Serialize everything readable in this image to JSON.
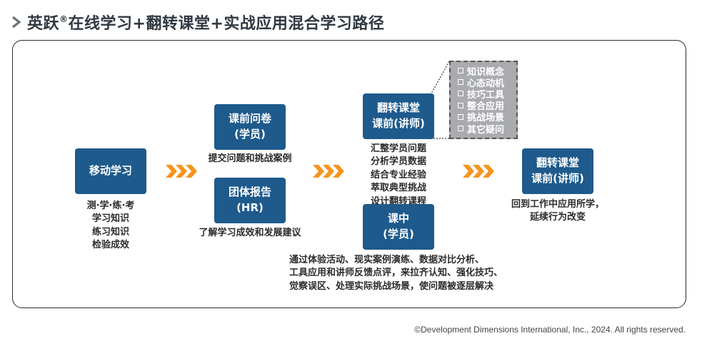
{
  "header": {
    "title_brand": "英跃",
    "title_mark": "®",
    "title_rest": "在线学习+翻转课堂+实战应用混合学习路径"
  },
  "stages": {
    "mobile": {
      "label": "移动学习",
      "caption": [
        "测·学·练·考",
        "学习知识",
        "练习知识",
        "检验成效"
      ]
    },
    "pre_class": {
      "line1": "课前问卷",
      "line2": "(学员)",
      "caption": "提交问题和挑战案例"
    },
    "team_report": {
      "line1": "团体报告",
      "line2": "(HR)",
      "caption": "了解学习成效和发展建议"
    },
    "flip_pre": {
      "line1": "翻转课堂",
      "line2": "课前(讲师)",
      "caption": [
        "汇整学员问题",
        "分析学员数据",
        "结合专业经验",
        "萃取典型挑战",
        "设计翻转课程"
      ]
    },
    "in_class": {
      "line1": "课中",
      "line2": "(学员)",
      "caption": [
        "通过体验活动、现实案例演练、数据对比分析、",
        "工具应用和讲师反馈点评，来拉齐认知、强化技巧、",
        "觉察误区、处理实际挑战场景，使问题被逐层解决"
      ]
    },
    "flip_post": {
      "line1": "翻转课堂",
      "line2": "课前(讲师)",
      "caption": [
        "回到工作中应用所学，",
        "延续行为改变"
      ]
    }
  },
  "checklist": [
    "知识概念",
    "心态动机",
    "技巧工具",
    "整合应用",
    "挑战场景",
    "其它疑问"
  ],
  "footer": {
    "copyright": "©Development Dimensions International, Inc., 2024. All rights reserved."
  },
  "colors": {
    "box_blue": "#1e5a8c",
    "arrow_orange": "#f7941d",
    "checklist_gray": "#a9abae",
    "title_dark": "#303841"
  }
}
